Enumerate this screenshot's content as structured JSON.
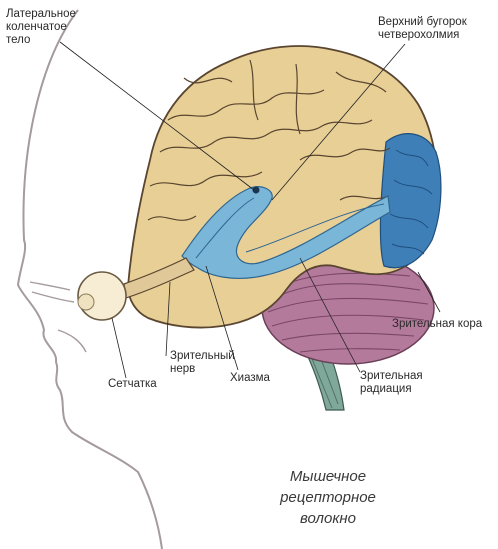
{
  "labels": {
    "lateral_geniculate": "Латеральное\nколенчатое\nтело",
    "superior_colliculus": "Верхний бугорок\nчетверохолмия",
    "visual_cortex": "Зрительная кора",
    "optic_radiation": "Зрительная\nрадиация",
    "chiasm": "Хиазма",
    "optic_nerve": "Зрительный\nнерв",
    "retina": "Сетчатка"
  },
  "caption": "Мышечное\nрецепторное\nволокно",
  "colors": {
    "brain": "#e8cf96",
    "brain_edge": "#5a4630",
    "visual_pathway": "#7ab6d8",
    "visual_cortex": "#3f7fb8",
    "cerebellum": "#b47a9c",
    "brainstem": "#7fa79a",
    "head_outline": "#a59a9e"
  }
}
